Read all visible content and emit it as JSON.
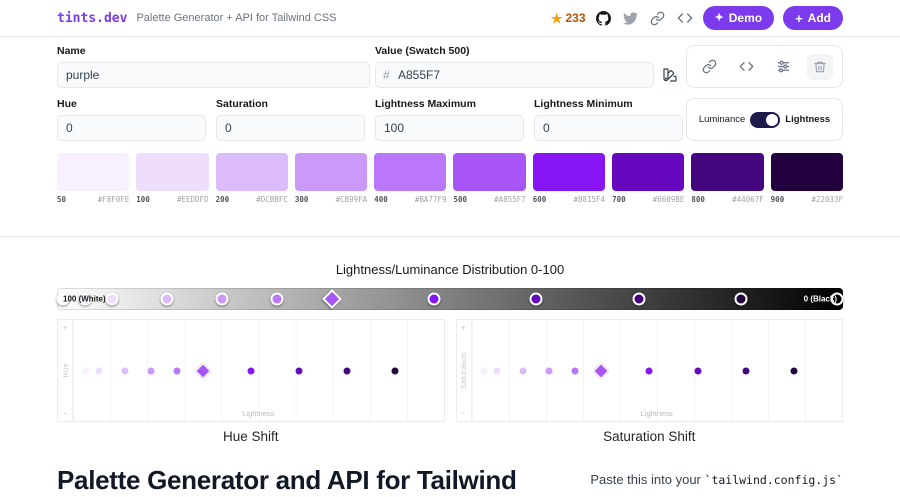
{
  "accent_color": "#7C3AED",
  "icons": {
    "star": "★",
    "sparkle": "✦",
    "plus": "+"
  },
  "header": {
    "logo": "tints.dev",
    "subtitle": "Palette Generator + API for Tailwind CSS",
    "star_count": "233",
    "demo_label": "Demo",
    "add_label": "Add"
  },
  "form": {
    "name": {
      "label": "Name",
      "value": "purple"
    },
    "value": {
      "label": "Value (Swatch 500)",
      "prefix": "#",
      "value": "A855F7"
    },
    "hue": {
      "label": "Hue",
      "value": "0"
    },
    "saturation": {
      "label": "Saturation",
      "value": "0"
    },
    "lightness_max": {
      "label": "Lightness Maximum",
      "value": "100"
    },
    "lightness_min": {
      "label": "Lightness Minimum",
      "value": "0"
    },
    "toggle": {
      "left_label": "Luminance",
      "right_label": "Lightness",
      "selected": "Lightness"
    }
  },
  "swatches": [
    {
      "stop": "50",
      "hex": "#F8F0FE",
      "lightness": 96.5
    },
    {
      "stop": "100",
      "hex": "#EEDDFD",
      "lightness": 93
    },
    {
      "stop": "200",
      "hex": "#DCBBFC",
      "lightness": 86
    },
    {
      "stop": "300",
      "hex": "#CB99FA",
      "lightness": 79
    },
    {
      "stop": "400",
      "hex": "#BA77F9",
      "lightness": 72
    },
    {
      "stop": "500",
      "hex": "#A855F7",
      "lightness": 65
    },
    {
      "stop": "600",
      "hex": "#8815F4",
      "lightness": 52
    },
    {
      "stop": "700",
      "hex": "#6609BE",
      "lightness": 39
    },
    {
      "stop": "800",
      "hex": "#44067F",
      "lightness": 26
    },
    {
      "stop": "900",
      "hex": "#22033F",
      "lightness": 13
    }
  ],
  "chart_data": [
    {
      "type": "scatter",
      "title": "Lightness/Luminance Distribution 0-100",
      "left_label": "100 (White)",
      "right_label": "0 (Black)",
      "xlim": [
        100,
        0
      ],
      "highlight_stop": "500",
      "x": [
        96.5,
        93,
        86,
        79,
        72,
        65,
        52,
        39,
        26,
        13
      ],
      "endpoints": [
        {
          "lightness": 100,
          "hex": "#FFFFFF"
        },
        {
          "lightness": 0,
          "hex": "#000000"
        }
      ]
    },
    {
      "type": "scatter",
      "title": "Hue Shift",
      "xlabel": "Lightness",
      "ylabel": "Hue",
      "y_plus": "+",
      "y_minus": "-",
      "x": [
        96.5,
        93,
        86,
        79,
        72,
        65,
        52,
        39,
        26,
        13
      ],
      "y": [
        0,
        0,
        0,
        0,
        0,
        0,
        0,
        0,
        0,
        0
      ]
    },
    {
      "type": "scatter",
      "title": "Saturation Shift",
      "xlabel": "Lightness",
      "ylabel": "Saturation",
      "y_plus": "+",
      "y_minus": "-",
      "x": [
        96.5,
        93,
        86,
        79,
        72,
        65,
        52,
        39,
        26,
        13
      ],
      "y": [
        0,
        0,
        0,
        0,
        0,
        0,
        0,
        0,
        0,
        0
      ]
    }
  ],
  "footer": {
    "heading": "Palette Generator and API for Tailwind",
    "paste_text": "Paste this into your",
    "paste_code": "`tailwind.config.js`"
  }
}
